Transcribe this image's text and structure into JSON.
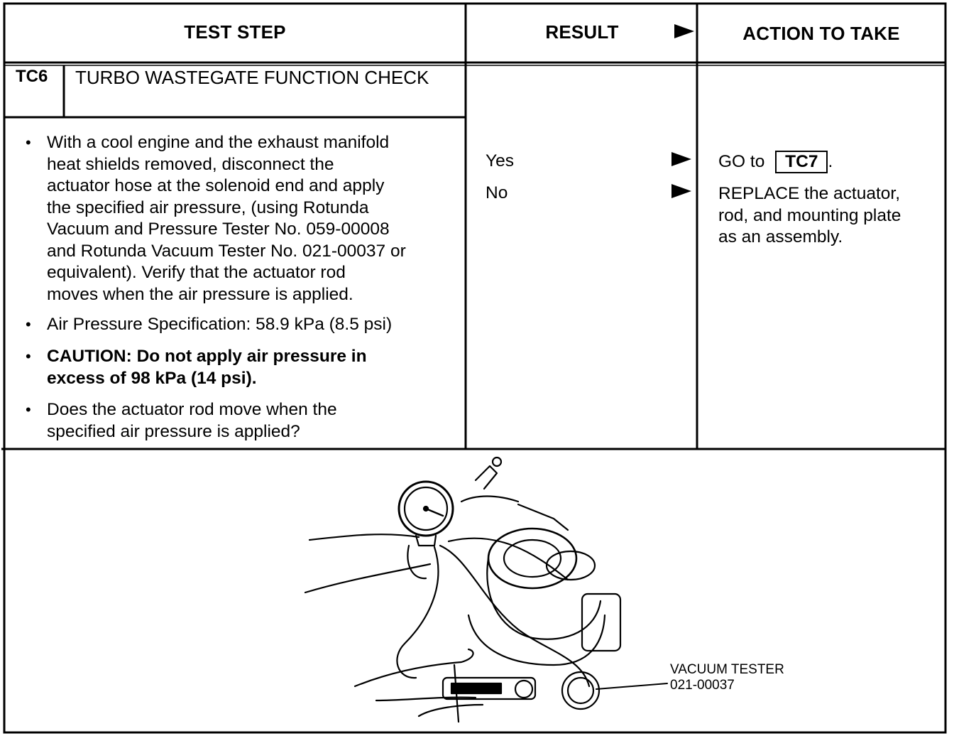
{
  "header": {
    "test_step": "TEST STEP",
    "result": "RESULT",
    "action": "ACTION TO TAKE"
  },
  "step": {
    "code": "TC6",
    "title": "TURBO WASTEGATE FUNCTION CHECK"
  },
  "bullets": [
    {
      "lines": [
        "With a cool engine and the exhaust manifold",
        "heat shields removed, disconnect the",
        "actuator hose at the solenoid end and apply",
        "the specified air pressure, (using Rotunda",
        "Vacuum and Pressure Tester No. 059-00008",
        "and Rotunda Vacuum Tester No. 021-00037 or",
        "equivalent). Verify that the actuator rod",
        "moves when the air pressure is applied."
      ]
    },
    {
      "lines": [
        "Air Pressure Specification: 58.9 kPa (8.5 psi)"
      ]
    },
    {
      "lines": [
        "CAUTION: Do not apply air pressure in",
        "excess of 98 kPa (14 psi)."
      ]
    },
    {
      "lines": [
        "Does the actuator rod move when the",
        "specified air pressure is applied?"
      ]
    }
  ],
  "results": {
    "yes": "Yes",
    "no": "No"
  },
  "actions": {
    "go_to_prefix": "GO to",
    "go_to_ref": "TC7",
    "go_to_suffix": ".",
    "replace_lines": [
      "REPLACE the actuator,",
      "rod, and mounting plate",
      "as an assembly."
    ]
  },
  "figure": {
    "callout_line1": "VACUUM TESTER",
    "callout_line2": "021-00037"
  }
}
